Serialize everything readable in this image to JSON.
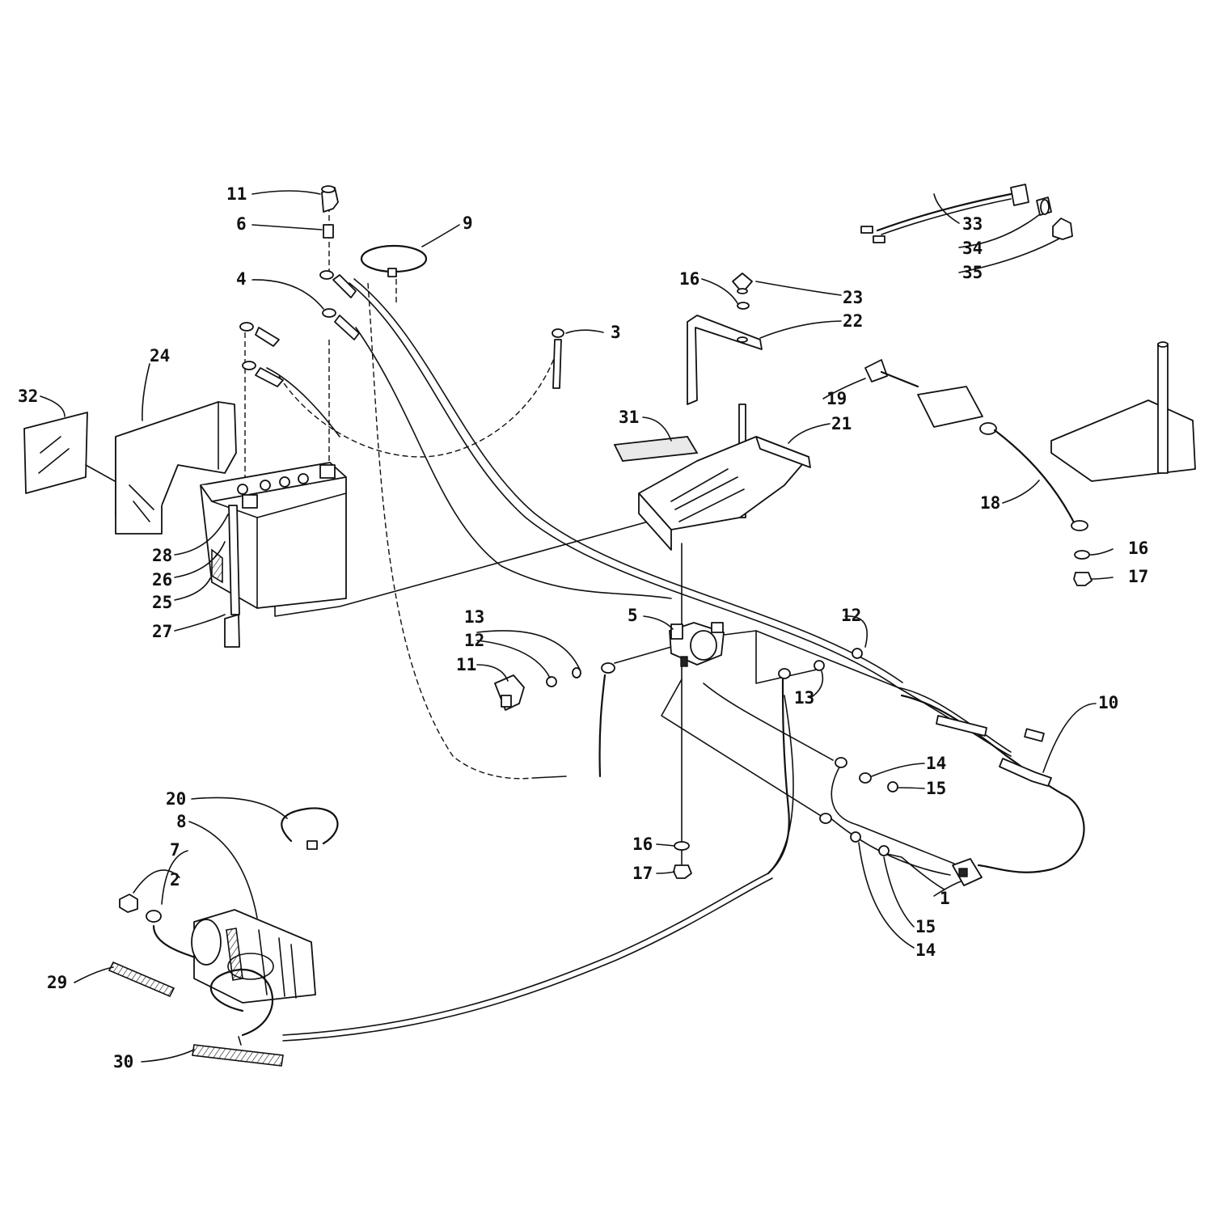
{
  "callouts": [
    {
      "id": "c1",
      "text": "1"
    },
    {
      "id": "c2",
      "text": "2"
    },
    {
      "id": "c3",
      "text": "3"
    },
    {
      "id": "c4",
      "text": "4"
    },
    {
      "id": "c5",
      "text": "5"
    },
    {
      "id": "c6",
      "text": "6"
    },
    {
      "id": "c7",
      "text": "7"
    },
    {
      "id": "c8",
      "text": "8"
    },
    {
      "id": "c9",
      "text": "9"
    },
    {
      "id": "c10",
      "text": "10"
    },
    {
      "id": "c11a",
      "text": "11"
    },
    {
      "id": "c11b",
      "text": "11"
    },
    {
      "id": "c12a",
      "text": "12"
    },
    {
      "id": "c12b",
      "text": "12"
    },
    {
      "id": "c13a",
      "text": "13"
    },
    {
      "id": "c13b",
      "text": "13"
    },
    {
      "id": "c14a",
      "text": "14"
    },
    {
      "id": "c14b",
      "text": "14"
    },
    {
      "id": "c15a",
      "text": "15"
    },
    {
      "id": "c15b",
      "text": "15"
    },
    {
      "id": "c16a",
      "text": "16"
    },
    {
      "id": "c16b",
      "text": "16"
    },
    {
      "id": "c16c",
      "text": "16"
    },
    {
      "id": "c17a",
      "text": "17"
    },
    {
      "id": "c17b",
      "text": "17"
    },
    {
      "id": "c18",
      "text": "18"
    },
    {
      "id": "c19",
      "text": "19"
    },
    {
      "id": "c20",
      "text": "20"
    },
    {
      "id": "c21",
      "text": "21"
    },
    {
      "id": "c22",
      "text": "22"
    },
    {
      "id": "c23",
      "text": "23"
    },
    {
      "id": "c24",
      "text": "24"
    },
    {
      "id": "c25",
      "text": "25"
    },
    {
      "id": "c26",
      "text": "26"
    },
    {
      "id": "c27",
      "text": "27"
    },
    {
      "id": "c28",
      "text": "28"
    },
    {
      "id": "c29",
      "text": "29"
    },
    {
      "id": "c30",
      "text": "30"
    },
    {
      "id": "c31",
      "text": "31"
    },
    {
      "id": "c32",
      "text": "32"
    },
    {
      "id": "c33",
      "text": "33"
    },
    {
      "id": "c34",
      "text": "34"
    },
    {
      "id": "c35",
      "text": "35"
    }
  ]
}
